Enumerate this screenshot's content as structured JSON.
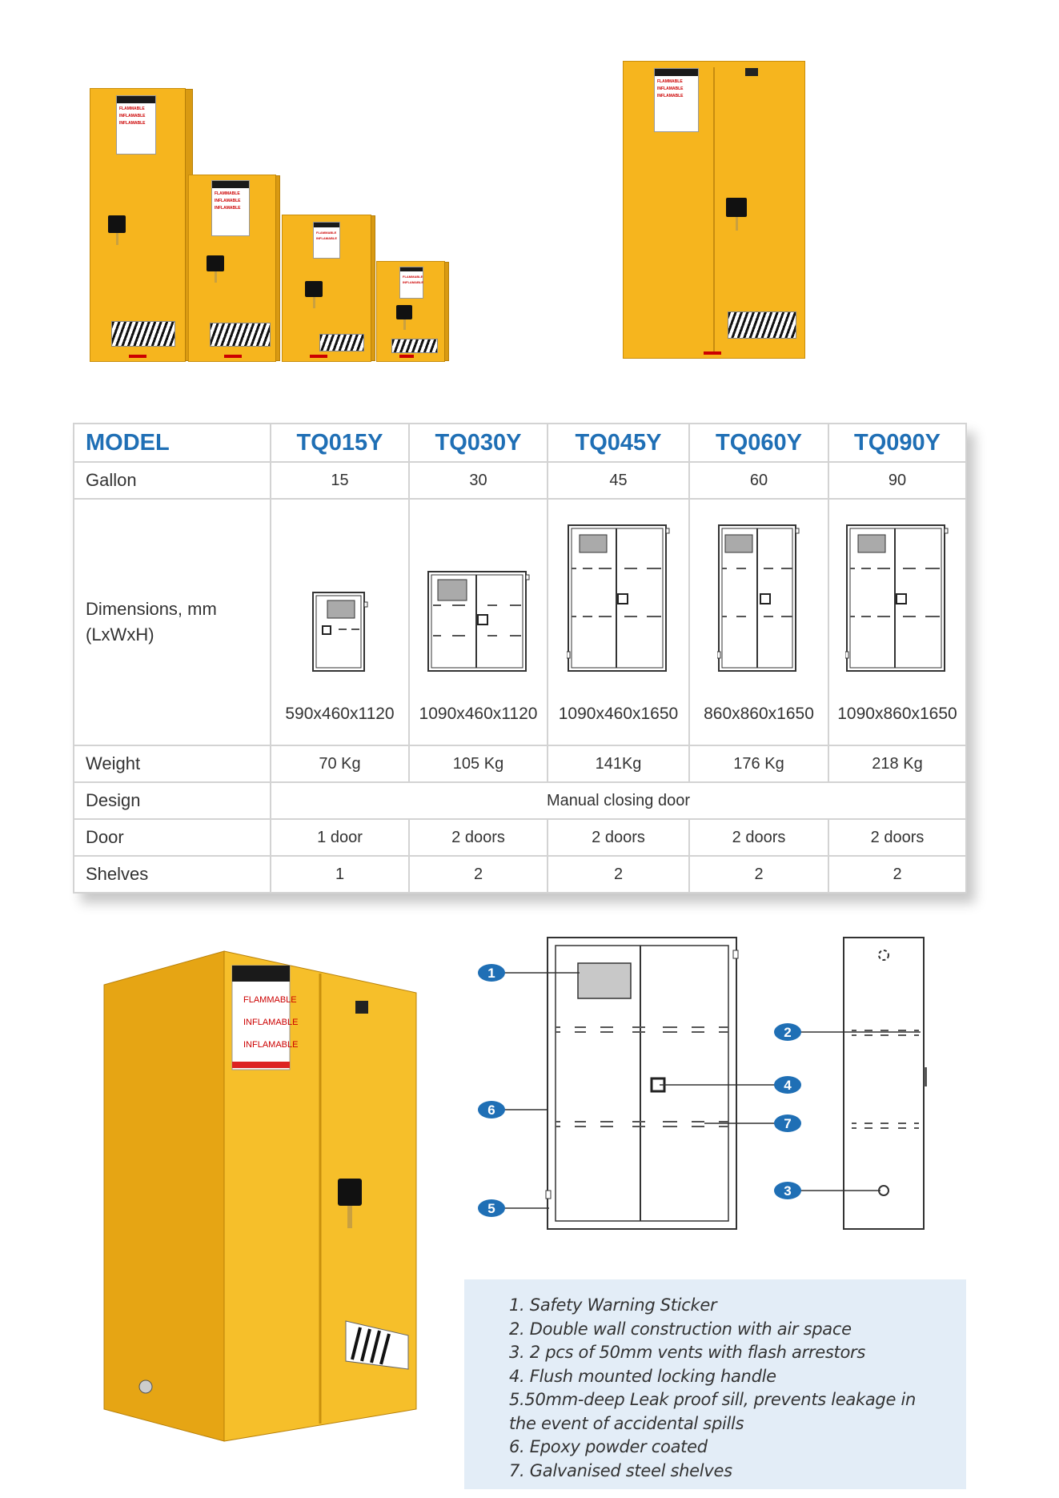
{
  "cabinet_labels": {
    "flammable": "FLAMMABLE",
    "inflamable": "INFLAMABLE"
  },
  "table": {
    "header": [
      "MODEL",
      "TQ015Y",
      "TQ030Y",
      "TQ045Y",
      "TQ060Y",
      "TQ090Y"
    ],
    "gallon": {
      "label": "Gallon",
      "values": [
        "15",
        "30",
        "45",
        "60",
        "90"
      ]
    },
    "dimensions": {
      "label_line1": "Dimensions, mm",
      "label_line2": "(LxWxH)",
      "values": [
        "590x460x1120",
        "1090x460x1120",
        "1090x460x1650",
        "860x860x1650",
        "1090x860x1650"
      ]
    },
    "weight": {
      "label": "Weight",
      "values": [
        "70 Kg",
        "105 Kg",
        "141Kg",
        "176 Kg",
        "218 Kg"
      ]
    },
    "design": {
      "label": "Design",
      "value": "Manual closing door"
    },
    "door": {
      "label": "Door",
      "values": [
        "1 door",
        "2 doors",
        "2 doors",
        "2 doors",
        "2 doors"
      ]
    },
    "shelves": {
      "label": "Shelves",
      "values": [
        "1",
        "2",
        "2",
        "2",
        "2"
      ]
    }
  },
  "callouts": [
    "1",
    "2",
    "3",
    "4",
    "5",
    "6",
    "7"
  ],
  "features": [
    "1. Safety Warning Sticker",
    "2. Double wall construction with air space",
    "3. 2 pcs of 50mm vents with flash arrestors",
    "4. Flush mounted locking handle",
    "5.50mm-deep Leak proof sill, prevents leakage in",
    "the event of  accidental spills",
    "6. Epoxy powder coated",
    "7. Galvanised steel shelves"
  ],
  "colors": {
    "cabinet_yellow": "#f6b51e",
    "model_blue": "#1f6fb5",
    "callout_blue": "#1f6fb5",
    "features_bg": "#e3edf7"
  }
}
